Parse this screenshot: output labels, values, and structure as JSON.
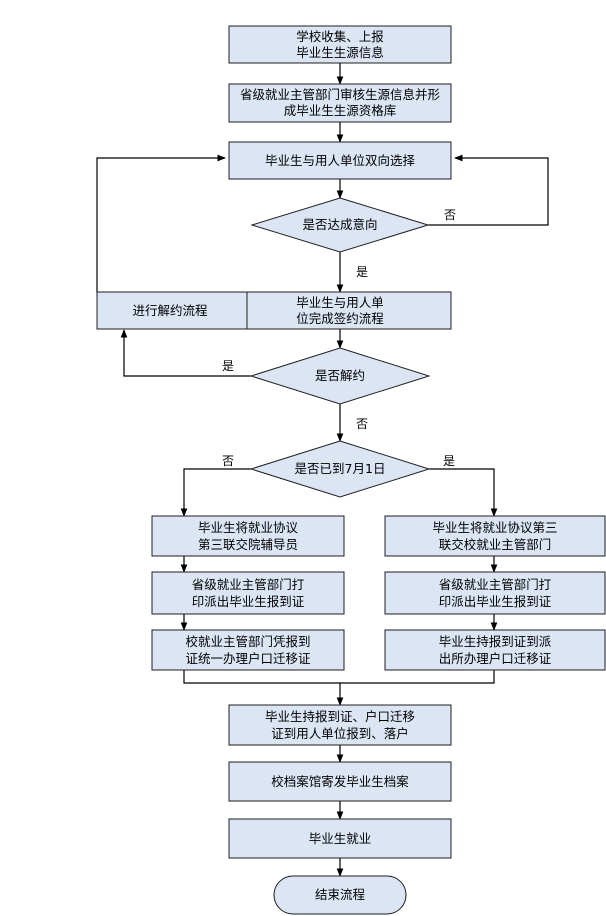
{
  "steps": {
    "s1": [
      "学校收集、上报",
      "毕业生生源信息"
    ],
    "s2": [
      "省级就业主管部门审核生源信息并形",
      "成毕业生生源资格库"
    ],
    "s3": [
      "毕业生与用人单位双向选择"
    ],
    "d1": "是否达成意向",
    "s4": [
      "毕业生与用人单",
      "位完成签约流程"
    ],
    "s5": "进行解约流程",
    "d2": "是否解约",
    "d3": "是否已到7月1日",
    "l1": [
      "毕业生将就业协议",
      "第三联交院辅导员"
    ],
    "l2": [
      "省级就业主管部门打",
      "印派出毕业生报到证"
    ],
    "l3": [
      "校就业主管部门凭报到",
      "证统一办理户口迁移证"
    ],
    "r1": [
      "毕业生将就业协议第三",
      "联交校就业主管部门"
    ],
    "r2": [
      "省级就业主管部门打",
      "印派出毕业生报到证"
    ],
    "r3": [
      "毕业生持报到证到派",
      "出所办理户口迁移证"
    ],
    "s6": [
      "毕业生持报到证、户口迁移",
      "证到用人单位报到、落户"
    ],
    "s7": "校档案馆寄发毕业生档案",
    "s8": "毕业生就业",
    "end": "结束流程"
  },
  "edge_labels": {
    "d1_no": "否",
    "d1_yes": "是",
    "d2_yes": "是",
    "d2_no": "否",
    "d3_no": "否",
    "d3_yes": "是"
  }
}
